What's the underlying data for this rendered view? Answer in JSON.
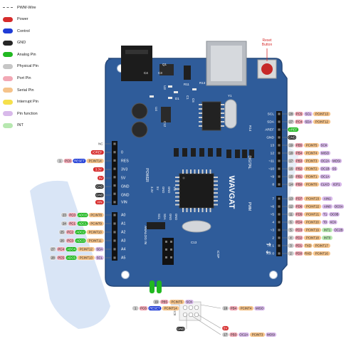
{
  "legend": [
    {
      "label": "PWM-Wire",
      "color": "",
      "style": "dash"
    },
    {
      "label": "Power",
      "color": "#d62b2b",
      "style": "swatch"
    },
    {
      "label": "Control",
      "color": "#1f3cd6",
      "style": "swatch"
    },
    {
      "label": "GND",
      "color": "#262626",
      "style": "swatch"
    },
    {
      "label": "Analog Pin",
      "color": "#21b821",
      "style": "swatch"
    },
    {
      "label": "Physical Pin",
      "color": "#c6c6c6",
      "style": "swatch"
    },
    {
      "label": "Port Pin",
      "color": "#f2a8b5",
      "style": "swatch"
    },
    {
      "label": "Serial Pin",
      "color": "#f5c38a",
      "style": "swatch"
    },
    {
      "label": "Interrupt Pin",
      "color": "#f5e04c",
      "style": "swatch"
    },
    {
      "label": "Pin function",
      "color": "#d8b9ea",
      "style": "swatch"
    },
    {
      "label": "INT",
      "color": "#b7e8b0",
      "style": "swatch"
    }
  ],
  "colors": {
    "board": "#2f5c9a",
    "board_edge": "#27497a",
    "silk": "#ffffff",
    "power": "#d62b2b",
    "control": "#1f3cd6",
    "gnd": "#262626",
    "analog": "#21b821",
    "physical": "#c6c6c6",
    "port": "#f2a8b5",
    "serial": "#f5c38a",
    "interrupt": "#f5e04c",
    "function": "#d8b9ea",
    "int": "#b7e8b0",
    "watermark": "#b9d0ef"
  },
  "board": {
    "brand": "WAVGAT",
    "reset_label": "Reset Button",
    "silk_labels": [
      "AREF",
      "GND",
      "13",
      "12",
      "~11",
      "~10",
      "~9",
      "8",
      "DIGITAL",
      "PWM",
      "7",
      "~6",
      "~5",
      "4",
      "~3",
      "2",
      "TX 1",
      "RX 0",
      "IOREF",
      "RES",
      "3V3",
      "5V",
      "GND",
      "GND",
      "VIN",
      "POWER",
      "A0",
      "A1",
      "A2",
      "A3",
      "A4",
      "A5",
      "ANALOG IN",
      "SCL",
      "SDA",
      "ICSP",
      "L",
      "TX",
      "RX",
      "ON",
      "C1",
      "C2",
      "C3",
      "C4",
      "C5",
      "C6",
      "C7",
      "C8",
      "C9",
      "C10",
      "C11",
      "C12",
      "C13",
      "C14",
      "R1",
      "R2",
      "R3",
      "R4",
      "R5",
      "R6",
      "R7",
      "R8",
      "R9",
      "R10",
      "R11",
      "R12",
      "R13",
      "R14",
      "D1",
      "D2",
      "D3",
      "U1",
      "U2",
      "U3",
      "U4",
      "Y1",
      "Y2",
      "Q1",
      "SW1"
    ]
  },
  "right_top": [
    {
      "silk": "SCL",
      "tags": [
        [
          "28",
          "physical"
        ],
        [
          "PC5",
          "port"
        ],
        [
          "SCL",
          "function"
        ],
        [
          "PCINT13",
          "serial"
        ]
      ]
    },
    {
      "silk": "SDA",
      "tags": [
        [
          "27",
          "physical"
        ],
        [
          "PC4",
          "port"
        ],
        [
          "SDA",
          "function"
        ],
        [
          "PCINT12",
          "serial"
        ]
      ]
    },
    {
      "silk": "AREF",
      "tags": [
        [
          "AREF",
          "analog"
        ]
      ]
    },
    {
      "silk": "GND",
      "tags": [
        [
          "GND",
          "gnd"
        ]
      ]
    }
  ],
  "right_digital": [
    {
      "silk": "13",
      "tags": [
        [
          "19",
          "physical"
        ],
        [
          "PB5",
          "port"
        ],
        [
          "PCINT5",
          "serial"
        ],
        [
          "SCK",
          "function"
        ]
      ]
    },
    {
      "silk": "12",
      "tags": [
        [
          "18",
          "physical"
        ],
        [
          "PB4",
          "port"
        ],
        [
          "PCINT4",
          "serial"
        ],
        [
          "MISO",
          "function"
        ]
      ]
    },
    {
      "silk": "~11",
      "tags": [
        [
          "17",
          "physical"
        ],
        [
          "PB3",
          "port"
        ],
        [
          "PCINT3",
          "serial"
        ],
        [
          "OC2A",
          "function"
        ],
        [
          "MOSI",
          "function"
        ]
      ]
    },
    {
      "silk": "~10",
      "tags": [
        [
          "16",
          "physical"
        ],
        [
          "PB2",
          "port"
        ],
        [
          "PCINT2",
          "serial"
        ],
        [
          "OC1B",
          "function"
        ],
        [
          "SS",
          "function"
        ]
      ]
    },
    {
      "silk": "~9",
      "tags": [
        [
          "15",
          "physical"
        ],
        [
          "PB1",
          "port"
        ],
        [
          "PCINT1",
          "serial"
        ],
        [
          "OC1A",
          "function"
        ]
      ]
    },
    {
      "silk": "8",
      "tags": [
        [
          "14",
          "physical"
        ],
        [
          "PB0",
          "port"
        ],
        [
          "PCINT0",
          "serial"
        ],
        [
          "CLKO",
          "function"
        ],
        [
          "ICP1",
          "function"
        ]
      ]
    },
    {
      "silk": "7",
      "tags": [
        [
          "13",
          "physical"
        ],
        [
          "PD7",
          "port"
        ],
        [
          "PCINT23",
          "serial"
        ],
        [
          "AIN1",
          "function"
        ]
      ]
    },
    {
      "silk": "~6",
      "tags": [
        [
          "12",
          "physical"
        ],
        [
          "PD6",
          "port"
        ],
        [
          "PCINT22",
          "serial"
        ],
        [
          "AIN0",
          "function"
        ],
        [
          "OC0A",
          "function"
        ]
      ]
    },
    {
      "silk": "~5",
      "tags": [
        [
          "11",
          "physical"
        ],
        [
          "PD5",
          "port"
        ],
        [
          "PCINT21",
          "serial"
        ],
        [
          "T1",
          "function"
        ],
        [
          "OC0B",
          "function"
        ]
      ]
    },
    {
      "silk": "4",
      "tags": [
        [
          "6",
          "physical"
        ],
        [
          "PD4",
          "port"
        ],
        [
          "PCINT20",
          "serial"
        ],
        [
          "T0",
          "function"
        ],
        [
          "XCK",
          "function"
        ]
      ]
    },
    {
      "silk": "~3",
      "tags": [
        [
          "5",
          "physical"
        ],
        [
          "PD3",
          "port"
        ],
        [
          "PCINT19",
          "serial"
        ],
        [
          "INT1",
          "int"
        ],
        [
          "OC2B",
          "function"
        ]
      ]
    },
    {
      "silk": "2",
      "tags": [
        [
          "4",
          "physical"
        ],
        [
          "PD2",
          "port"
        ],
        [
          "PCINT18",
          "serial"
        ],
        [
          "INT0",
          "int"
        ]
      ]
    },
    {
      "silk": "TX 1",
      "tags": [
        [
          "3",
          "physical"
        ],
        [
          "PD1",
          "port"
        ],
        [
          "TXD",
          "serial"
        ],
        [
          "PCINT17",
          "serial"
        ]
      ]
    },
    {
      "silk": "RX 0",
      "tags": [
        [
          "2",
          "physical"
        ],
        [
          "PD0",
          "port"
        ],
        [
          "RXD",
          "serial"
        ],
        [
          "PCINT16",
          "serial"
        ]
      ]
    }
  ],
  "left_power": [
    {
      "silk": "",
      "tags": [
        [
          "NC",
          "plain"
        ]
      ]
    },
    {
      "silk": "IOREF",
      "tags": [
        [
          "IOREF",
          "power"
        ]
      ]
    },
    {
      "silk": "RES",
      "tags": [
        [
          "PCINT14",
          "serial"
        ],
        [
          "RESET",
          "control"
        ],
        [
          "PC6",
          "port"
        ],
        [
          "1",
          "physical"
        ]
      ]
    },
    {
      "silk": "3V3",
      "tags": [
        [
          "3.3V",
          "power"
        ]
      ]
    },
    {
      "silk": "5V",
      "tags": [
        [
          "5V",
          "power"
        ]
      ]
    },
    {
      "silk": "GND",
      "tags": [
        [
          "GND",
          "gnd"
        ]
      ]
    },
    {
      "silk": "GND",
      "tags": [
        [
          "GND",
          "gnd"
        ]
      ]
    },
    {
      "silk": "VIN",
      "tags": [
        [
          "VIN",
          "power"
        ]
      ]
    }
  ],
  "left_analog": [
    {
      "silk": "A0",
      "tags": [
        [
          "PCINT8",
          "serial"
        ],
        [
          "ADC0",
          "analog"
        ],
        [
          "PC0",
          "port"
        ],
        [
          "23",
          "physical"
        ]
      ]
    },
    {
      "silk": "A1",
      "tags": [
        [
          "PCINT9",
          "serial"
        ],
        [
          "ADC1",
          "analog"
        ],
        [
          "PC1",
          "port"
        ],
        [
          "24",
          "physical"
        ]
      ]
    },
    {
      "silk": "A2",
      "tags": [
        [
          "PCINT10",
          "serial"
        ],
        [
          "ADC2",
          "analog"
        ],
        [
          "PC2",
          "port"
        ],
        [
          "25",
          "physical"
        ]
      ]
    },
    {
      "silk": "A3",
      "tags": [
        [
          "PCINT11",
          "serial"
        ],
        [
          "ADC3",
          "analog"
        ],
        [
          "PC3",
          "port"
        ],
        [
          "26",
          "physical"
        ]
      ]
    },
    {
      "silk": "A4",
      "tags": [
        [
          "SDA",
          "function"
        ],
        [
          "PCINT12",
          "serial"
        ],
        [
          "ADC4",
          "analog"
        ],
        [
          "PC4",
          "port"
        ],
        [
          "27",
          "physical"
        ]
      ]
    },
    {
      "silk": "A5",
      "tags": [
        [
          "SCL",
          "function"
        ],
        [
          "PCINT13",
          "serial"
        ],
        [
          "ADC5",
          "analog"
        ],
        [
          "PC5",
          "port"
        ],
        [
          "28",
          "physical"
        ]
      ]
    }
  ],
  "icsp_left_top": [
    [
      "SCK",
      "function"
    ],
    [
      "PCINT5",
      "serial"
    ],
    [
      "PB5",
      "port"
    ],
    [
      "19",
      "physical"
    ]
  ],
  "icsp_left_mid": [
    [
      "PCINT14",
      "serial"
    ],
    [
      "RESET",
      "control"
    ],
    [
      "PC6",
      "port"
    ],
    [
      "1",
      "physical"
    ]
  ],
  "icsp_left_bot": [
    [
      "GND",
      "gnd"
    ]
  ],
  "icsp_right_top": [
    [
      "18",
      "physical"
    ],
    [
      "PB4",
      "port"
    ],
    [
      "PCINT4",
      "serial"
    ],
    [
      "MISO",
      "function"
    ]
  ],
  "icsp_right_mid": [
    [
      "5V",
      "power"
    ]
  ],
  "icsp_right_bot": [
    [
      "17",
      "physical"
    ],
    [
      "PB3",
      "port"
    ],
    [
      "OC2A",
      "function"
    ],
    [
      "PCINT3",
      "serial"
    ],
    [
      "MOSI",
      "function"
    ]
  ]
}
